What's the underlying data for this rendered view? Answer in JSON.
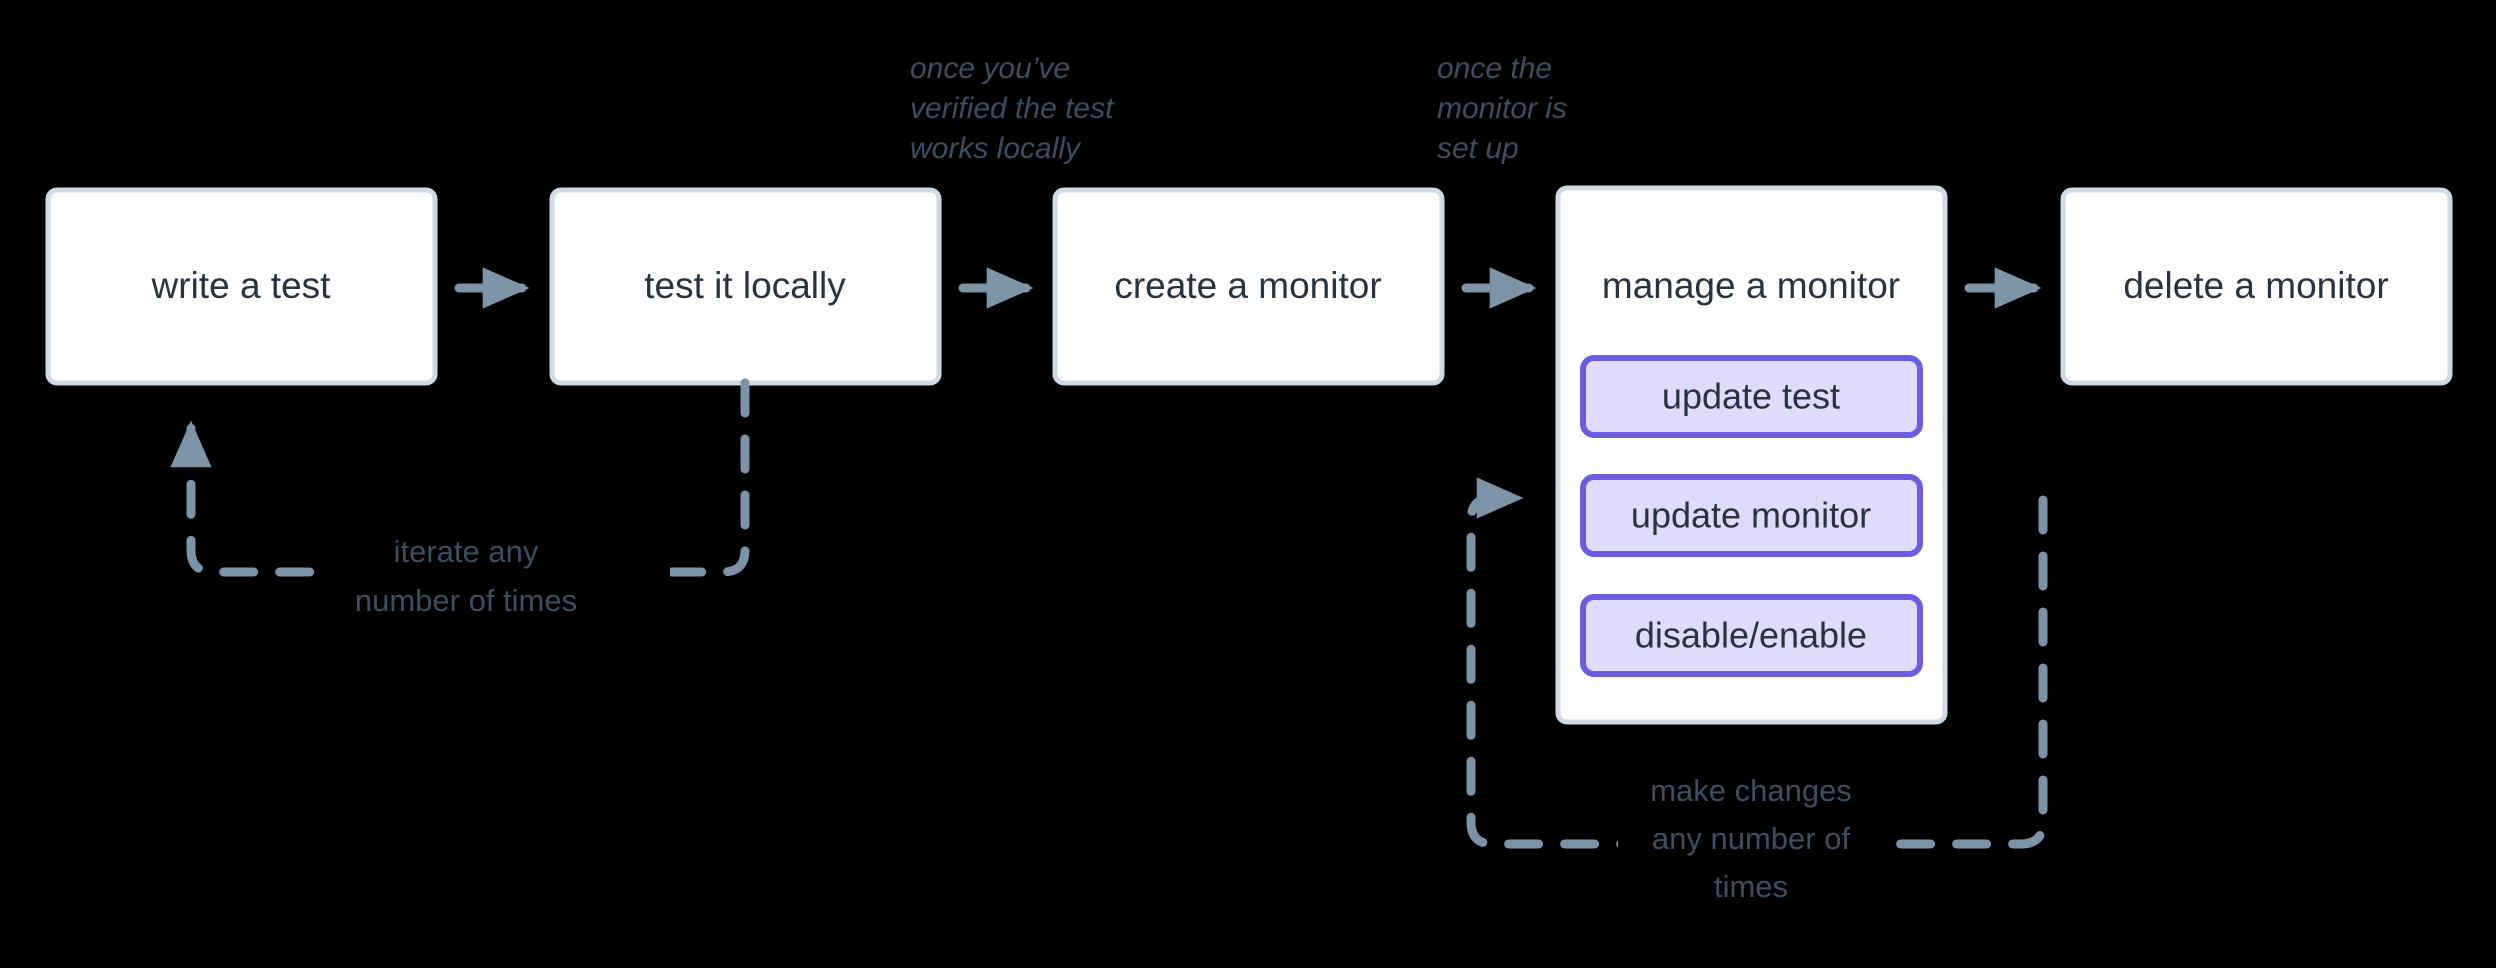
{
  "diagram": {
    "title": "monitor lifecycle flow",
    "background_color": "#000000",
    "node_fill": "#FFFFFF",
    "node_border": "#CFDAE4",
    "sub_node_fill": "#DFDBFA",
    "sub_node_border": "#6C5CE0",
    "edge_color": "#7D93A8",
    "text_color": "#29333F",
    "note_color": "#3D4E61"
  },
  "nodes": [
    {
      "id": "write-a-test",
      "label": "write a test"
    },
    {
      "id": "test-it-locally",
      "label": "test it locally"
    },
    {
      "id": "create-a-monitor",
      "label": "create a monitor"
    },
    {
      "id": "manage-a-monitor",
      "label": "manage a monitor"
    },
    {
      "id": "delete-a-monitor",
      "label": "delete a monitor"
    }
  ],
  "sub_nodes": [
    {
      "id": "update-test",
      "label": "update test"
    },
    {
      "id": "update-monitor",
      "label": "update monitor"
    },
    {
      "id": "disable-enable",
      "label": "disable/enable"
    }
  ],
  "edge_notes": {
    "test_to_create": {
      "lines": [
        "once you’ve",
        "verified the test",
        "works locally"
      ]
    },
    "create_to_manage": {
      "lines": [
        "once the",
        "monitor is",
        "set up"
      ]
    }
  },
  "loop_labels": {
    "iterate": {
      "lines": [
        "iterate any",
        "number of times"
      ]
    },
    "make_changes": {
      "lines": [
        "make changes",
        "any number of",
        "times"
      ]
    }
  }
}
